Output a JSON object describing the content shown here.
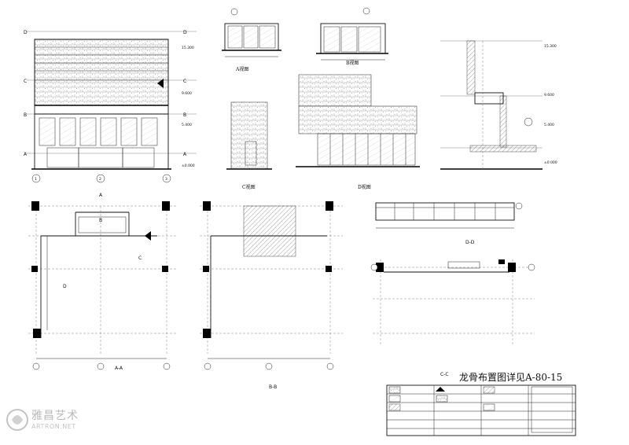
{
  "drawing": {
    "title_note": "龙骨布置图详见A-80-15",
    "views": {
      "a_view": "A视图",
      "b_view": "B视图",
      "c_view": "C视图",
      "d_view": "D视图",
      "section_aa": "A-A",
      "section_bb": "B-B",
      "section_cc": "C-C",
      "section_dd": "D-D"
    },
    "axis_letters": [
      "A",
      "B",
      "C",
      "D"
    ],
    "axis_numbers": [
      "1",
      "2",
      "3"
    ],
    "elevations": [
      "15.300",
      "9.600",
      "5.400",
      "±0.000"
    ],
    "plan_tags": [
      "A",
      "B",
      "C",
      "D"
    ]
  },
  "watermark": {
    "brand": "雅昌艺术",
    "sub": "ARTRON.NET"
  },
  "icons": [
    "section-arrow-icon",
    "grid-bubble-icon",
    "watermark-logo-icon"
  ]
}
